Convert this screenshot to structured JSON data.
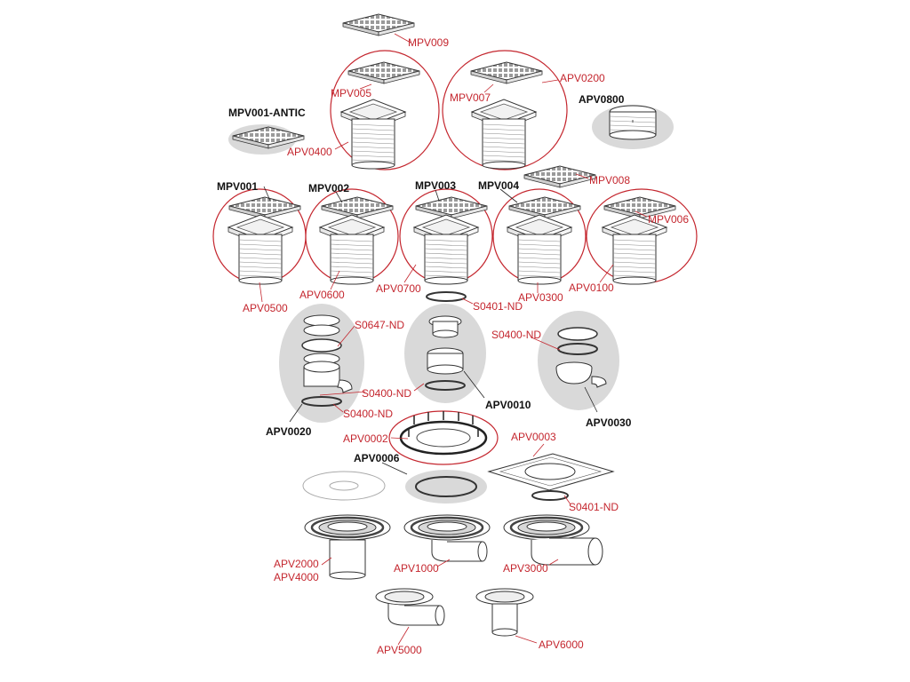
{
  "colors": {
    "red_label": "#c4262e",
    "black_label": "#111111",
    "highlight_grey": "#d9d9d9"
  },
  "labels_red": {
    "mpv009": "MPV009",
    "mpv005": "MPV005",
    "mpv007": "MPV007",
    "apv0200": "APV0200",
    "apv0400": "APV0400",
    "mpv008": "MPV008",
    "mpv006": "MPV006",
    "apv0500": "APV0500",
    "apv0600": "APV0600",
    "apv0700": "APV0700",
    "apv0300": "APV0300",
    "apv0100": "APV0100",
    "s0401_top": "S0401-ND",
    "s0647": "S0647-ND",
    "s0400_a": "S0400-ND",
    "s0400_b": "S0400-ND",
    "s0400_c": "S0400-ND",
    "apv0002": "APV0002",
    "apv0003": "APV0003",
    "s0401_bottom": "S0401-ND",
    "apv2000": "APV2000",
    "apv4000": "APV4000",
    "apv1000": "APV1000",
    "apv3000": "APV3000",
    "apv5000": "APV5000",
    "apv6000": "APV6000"
  },
  "labels_black": {
    "mpv001_antic": "MPV001-ANTIC",
    "apv0800": "APV0800",
    "mpv001": "MPV001",
    "mpv002": "MPV002",
    "mpv003": "MPV003",
    "mpv004": "MPV004",
    "apv0020": "APV0020",
    "apv0010": "APV0010",
    "apv0030": "APV0030",
    "apv0006": "APV0006"
  }
}
